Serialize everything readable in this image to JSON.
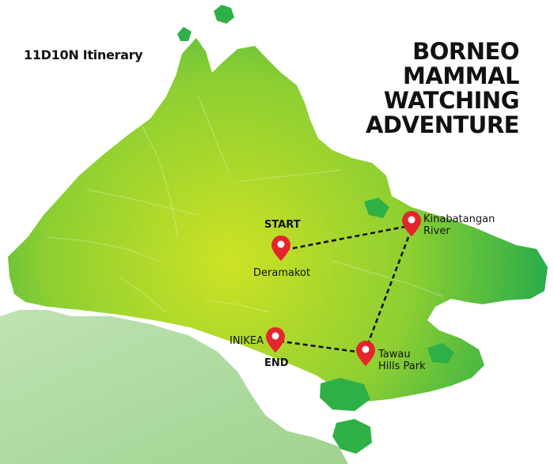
{
  "itinerary": "11D10N Itinerary",
  "title": {
    "line1": "BORNEO",
    "line2": "MAMMAL",
    "line3": "WATCHING",
    "line4": "ADVENTURE"
  },
  "route": {
    "start_tag": "START",
    "end_tag": "END",
    "stops": {
      "deramakot": "Deramakot",
      "kinabatangan_1": "Kinabatangan",
      "kinabatangan_2": "River",
      "tawau_1": "Tawau",
      "tawau_2": "Hills Park",
      "inikea": "INIKEA"
    }
  },
  "colors": {
    "land_center": "#cde224",
    "land_edge": "#1ea94c",
    "neighbor_land": "#a8d89a",
    "pin": "#e4262c",
    "route_line": "#111111"
  }
}
